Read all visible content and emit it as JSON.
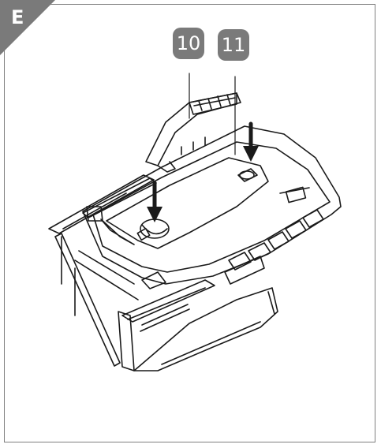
{
  "figure": {
    "letter": "E",
    "accent_color": "#7a7a7a",
    "callouts": [
      {
        "label": "10"
      },
      {
        "label": "11"
      }
    ]
  },
  "icons": [
    "arrow-down-icon",
    "arrow-down-icon"
  ]
}
